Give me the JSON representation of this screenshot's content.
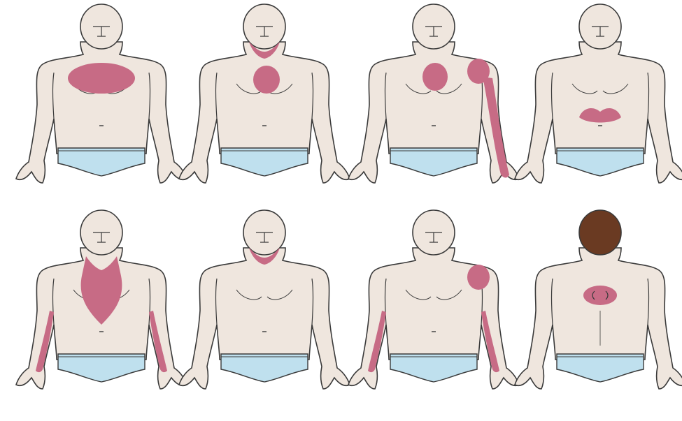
{
  "colors": {
    "background": "#ffffff",
    "skin": "#efe6de",
    "outline": "#3a3a3a",
    "pain": "#c76b85",
    "underwear": "#bfe0ee",
    "hair": "#6a3a22"
  },
  "figures": [
    {
      "row": 1,
      "col": 1,
      "view": "front",
      "pain_regions": [
        "central-chest"
      ]
    },
    {
      "row": 1,
      "col": 2,
      "view": "front",
      "pain_regions": [
        "upper-chest",
        "neck-jaw"
      ]
    },
    {
      "row": 1,
      "col": 3,
      "view": "front",
      "pain_regions": [
        "central-chest",
        "left-shoulder",
        "left-arm"
      ]
    },
    {
      "row": 1,
      "col": 4,
      "view": "front",
      "pain_regions": [
        "upper-abdomen"
      ]
    },
    {
      "row": 2,
      "col": 1,
      "view": "front",
      "pain_regions": [
        "chest-to-neck",
        "both-arms"
      ]
    },
    {
      "row": 2,
      "col": 2,
      "view": "front",
      "pain_regions": [
        "neck-jaw"
      ]
    },
    {
      "row": 2,
      "col": 3,
      "view": "front",
      "pain_regions": [
        "left-shoulder",
        "both-arms"
      ]
    },
    {
      "row": 2,
      "col": 4,
      "view": "back",
      "pain_regions": [
        "upper-back"
      ]
    }
  ]
}
